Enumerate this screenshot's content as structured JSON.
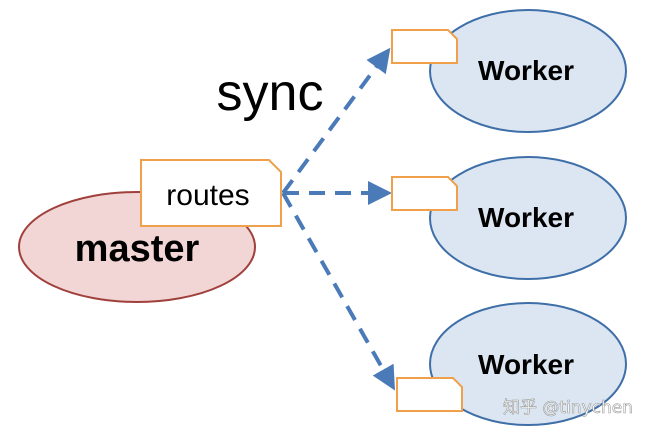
{
  "diagram": {
    "sync_label": "sync",
    "master": {
      "label": "master",
      "fill": "#f2d5d5",
      "stroke": "#a0403c"
    },
    "routes_box": {
      "label": "routes",
      "stroke": "#f0a04a"
    },
    "workers": [
      {
        "label": "Worker"
      },
      {
        "label": "Worker"
      },
      {
        "label": "Worker"
      }
    ],
    "worker_style": {
      "fill": "#dce6f2",
      "stroke": "#3f6fa8"
    },
    "arrow_color": "#4a7ab8",
    "watermark": "知乎 @tinychen"
  }
}
